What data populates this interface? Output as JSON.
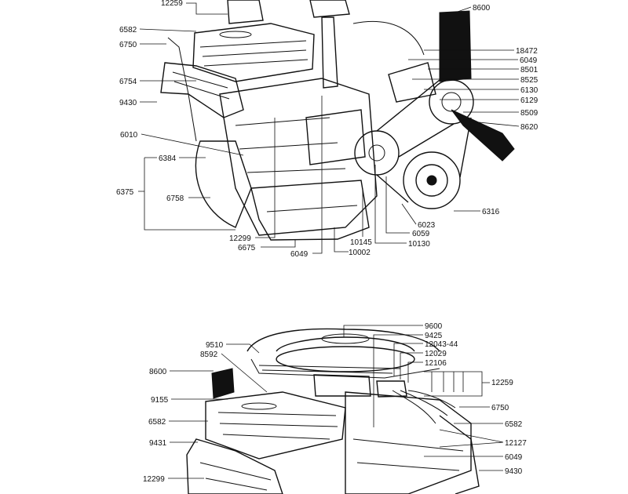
{
  "diagrams": {
    "top_engine": {
      "callouts": [
        "12259",
        "6582",
        "6750",
        "6754",
        "9430",
        "6010",
        "6384",
        "6375",
        "6758",
        "12299",
        "6675",
        "6049",
        "10002",
        "10145",
        "10130",
        "6059",
        "6023",
        "6316",
        "8600",
        "18472",
        "6049",
        "8501",
        "8525",
        "6130",
        "6129",
        "8509",
        "8620"
      ]
    },
    "bottom_engine": {
      "callouts": [
        "9600",
        "9425",
        "12043-44",
        "12029",
        "12106",
        "12259",
        "6750",
        "6582",
        "12127",
        "6049",
        "9430",
        "9510",
        "8592",
        "8600",
        "9155",
        "6582",
        "9431",
        "12299"
      ]
    }
  },
  "colors": {
    "ink": "#111111",
    "paper": "#ffffff"
  },
  "icons": [
    "engine-illustration-top",
    "engine-illustration-bottom"
  ]
}
